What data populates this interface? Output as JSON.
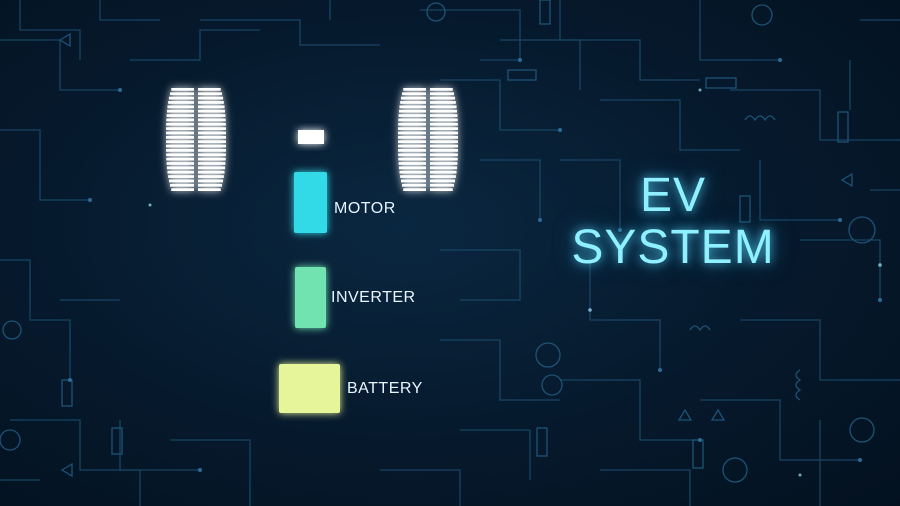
{
  "title": {
    "line1": "EV",
    "line2": "SYSTEM"
  },
  "components": {
    "motor": {
      "label": "MOTOR",
      "color": "#33d9e6"
    },
    "inverter": {
      "label": "INVERTER",
      "color": "#6fe3b0"
    },
    "battery": {
      "label": "BATTERY",
      "color": "#e6f59a"
    }
  },
  "colors": {
    "background": "#06192c",
    "circuit_lines": "#1a4a6a",
    "wheel": "#ffffff",
    "glow": "#5adcff",
    "title": "#8ff0ff"
  },
  "icons": [
    "wheel-icon",
    "axle-connector-icon",
    "circuit-background"
  ]
}
